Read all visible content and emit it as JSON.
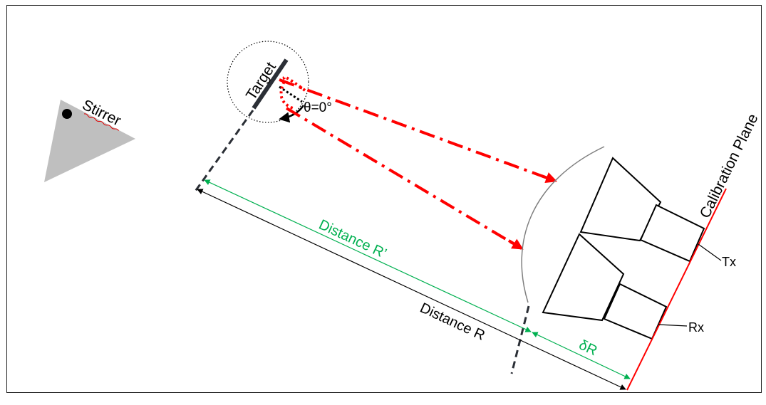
{
  "labels": {
    "stirrer": "Stirrer",
    "target": "Target",
    "theta": "θ=0°",
    "calibration_plane": "Calibration Plane",
    "tx": "Tx",
    "rx": "Rx",
    "distance_r_prime": "Distance R’",
    "distance_r": "Distance R",
    "delta_r": "δR"
  },
  "colors": {
    "beam": "#ff0000",
    "green": "#00b050",
    "stirrer_fill": "#bfbfbf",
    "target_bar": "#2b2f36",
    "calibration_plane": "#ff0000",
    "text": "#000000"
  }
}
